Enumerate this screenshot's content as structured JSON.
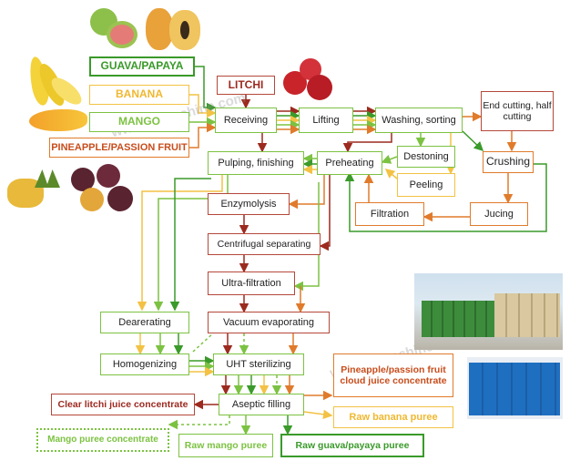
{
  "colors": {
    "green": "#7cc242",
    "dark_green": "#3a9a2a",
    "red": "#9c2a1f",
    "orange": "#e07b2c",
    "yellow": "#f3c244"
  },
  "nodes": {
    "guava_papaya": "GUAVA/PAPAYA",
    "banana": "BANANA",
    "mango": "MANGO",
    "pineapple_passion": "PINEAPPLE/PASSION FRUIT",
    "litchi": "LITCHI",
    "receiving": "Receiving",
    "lifting": "Lifting",
    "washing_sorting": "Washing, sorting",
    "end_cutting": "End cutting, half cutting",
    "crushing": "Crushing",
    "pulping_finishing": "Pulping, finishing",
    "preheating": "Preheating",
    "destoning": "Destoning",
    "peeling": "Peeling",
    "filtration": "Filtration",
    "jucing": "Jucing",
    "enzymolysis": "Enzymolysis",
    "centrifugal": "Centrifugal separating",
    "ultra_filtration": "Ultra-filtration",
    "dearerating": "Dearerating",
    "vacuum_evaporating": "Vacuum evaporating",
    "homogenizing": "Homogenizing",
    "uht_sterilizing": "UHT sterilizing",
    "aseptic_filling": "Aseptic filling",
    "clear_litchi": "Clear litchi juice concentrate",
    "pineapple_cloud": "Pineapple/passion fruit cloud juice concentrate",
    "raw_banana": "Raw banana puree",
    "mango_concentrate": "Mango puree concentrate",
    "raw_mango": "Raw mango puree",
    "raw_guava": "Raw guava/payaya puree"
  },
  "images": {
    "guava": "guava-photo",
    "papaya": "papaya-photo",
    "litchi": "litchi-photo",
    "banana": "banana-photo",
    "mango": "mango-photo",
    "pineapple": "pineapple-photo",
    "passion_fruit": "passion-fruit-photo",
    "factory_bins": "factory-bins-photo",
    "blue_drums": "blue-drums-photo"
  }
}
